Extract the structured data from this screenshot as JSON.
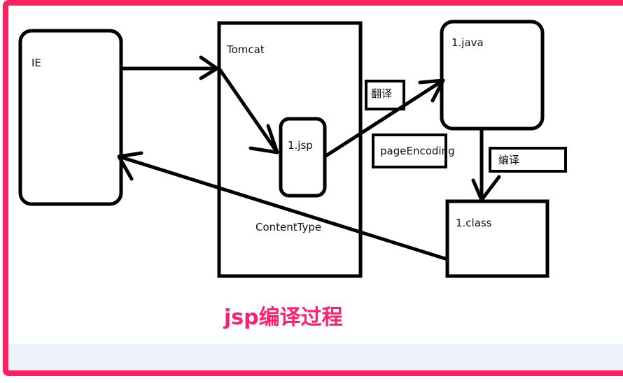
{
  "diagram": {
    "nodes": {
      "ie": "IE",
      "tomcat": "Tomcat",
      "jsp": "1.jsp",
      "java": "1.java",
      "class": "1.class"
    },
    "labels": {
      "translate": "翻译",
      "page_encoding": "pageEncoding",
      "compile": "编译",
      "content_type": "ContentType"
    },
    "caption": "jsp编译过程"
  },
  "colors": {
    "frame": "#ff1f5e",
    "caption": "#ff1f6e",
    "footer_band": "#eef1f8",
    "stroke": "#000000"
  }
}
